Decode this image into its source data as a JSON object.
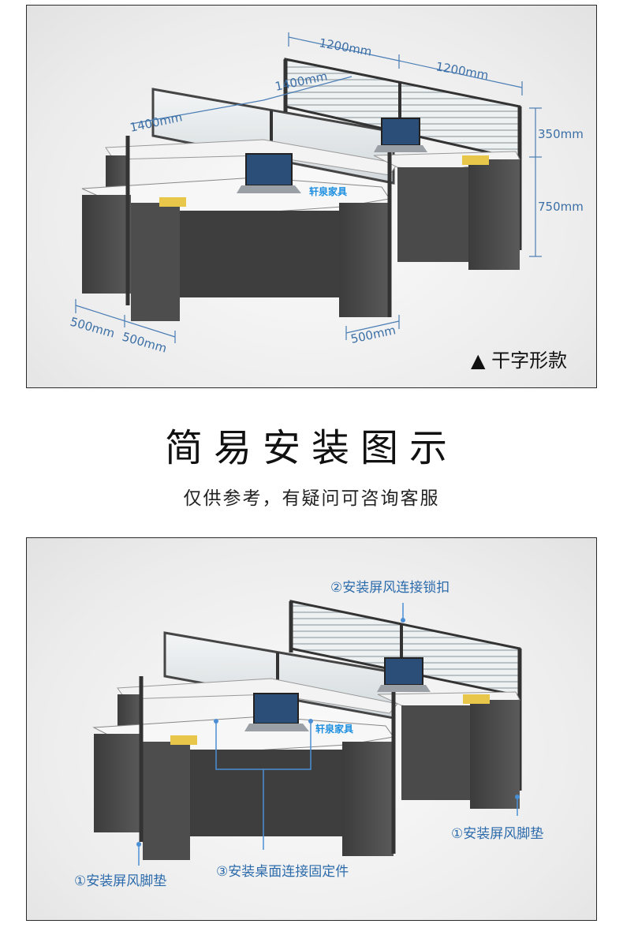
{
  "top_figure": {
    "dimensions": {
      "top_width_a": "1200mm",
      "top_width_b": "1200mm",
      "depth_a": "1400mm",
      "depth_b": "1400mm",
      "screen_height": "350mm",
      "desk_height": "750mm",
      "leg_a": "500mm",
      "leg_b": "500mm",
      "leg_c": "500mm"
    },
    "brand": "轩泉家具",
    "style_label": "▲ 干字形款"
  },
  "section": {
    "title": "简易安装图示",
    "subtitle": "仅供参考，有疑问可咨询客服"
  },
  "bottom_figure": {
    "brand": "轩泉家具",
    "notes": {
      "lock": "②安装屏风连接锁扣",
      "foot_right": "①安装屏风脚垫",
      "foot_left": "①安装屏风脚垫",
      "desk_connector": "③安装桌面连接固定件"
    },
    "colors": {
      "dimension": "#3b6fa6",
      "note": "#2c6bab",
      "leader": "#4a8fd6"
    }
  }
}
